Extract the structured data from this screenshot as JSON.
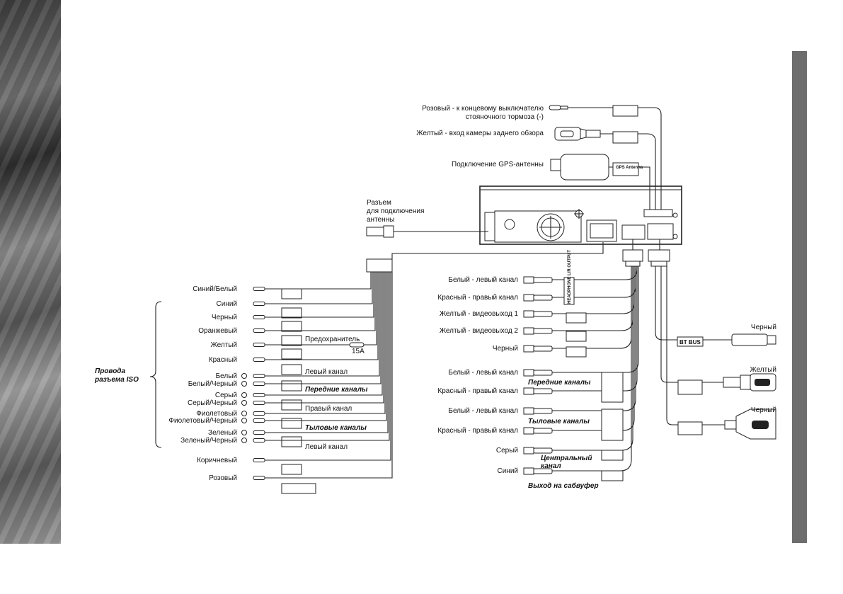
{
  "top_labels": {
    "pink_brake_line1": "Розовый - к концевому выключателю",
    "pink_brake_line2": "стояночного тормоза (-)",
    "yellow_camera": "Желтый - вход камеры заднего обзора",
    "gps": "Подключение GPS-антенны",
    "gps_box": "GPS Antenna",
    "antenna_line1": "Разъем",
    "antenna_line2": "для подключения",
    "antenna_line3": "антенны"
  },
  "iso": {
    "group_label_line1": "Провода",
    "group_label_line2": "разъема ISO",
    "wires": [
      "Синий/Белый",
      "Синий",
      "Черный",
      "Оранжевый",
      "Желтый",
      "Красный",
      "Белый",
      "Белый/Черный",
      "Серый",
      "Серый/Черный",
      "Фиолетовый",
      "Фиолетовый/Черный",
      "Зеленый",
      "Зеленый/Черный",
      "Коричневый",
      "Розовый"
    ],
    "fuse_label": "Предохранитель",
    "fuse_value": "15А",
    "left_channel_1": "Левый канал",
    "front_channels": "Передние каналы",
    "right_channel": "Правый канал",
    "rear_channels": "Тыловые каналы",
    "left_channel_2": "Левый канал"
  },
  "rca": {
    "items": [
      "Белый - левый канал",
      "Красный - правый канал",
      "Желтый - видеовыход 1",
      "Желтый - видеовыход 2",
      "Черный",
      "Белый - левый канал",
      "Красный - правый канал",
      "Белый - левый канал",
      "Красный - правый канал",
      "Серый",
      "Синий"
    ],
    "headphone_box": "HEADPHONE L/R OUTPUT",
    "front_channels": "Передние каналы",
    "rear_channels": "Тыловые каналы",
    "center_line1": "Центральный",
    "center_line2": "канал",
    "subwoofer": "Выход на сабвуфер"
  },
  "right_side": {
    "black_1": "Черный",
    "bt_bus": "BT BUS",
    "yellow": "Желтый",
    "black_2": "Черный"
  }
}
